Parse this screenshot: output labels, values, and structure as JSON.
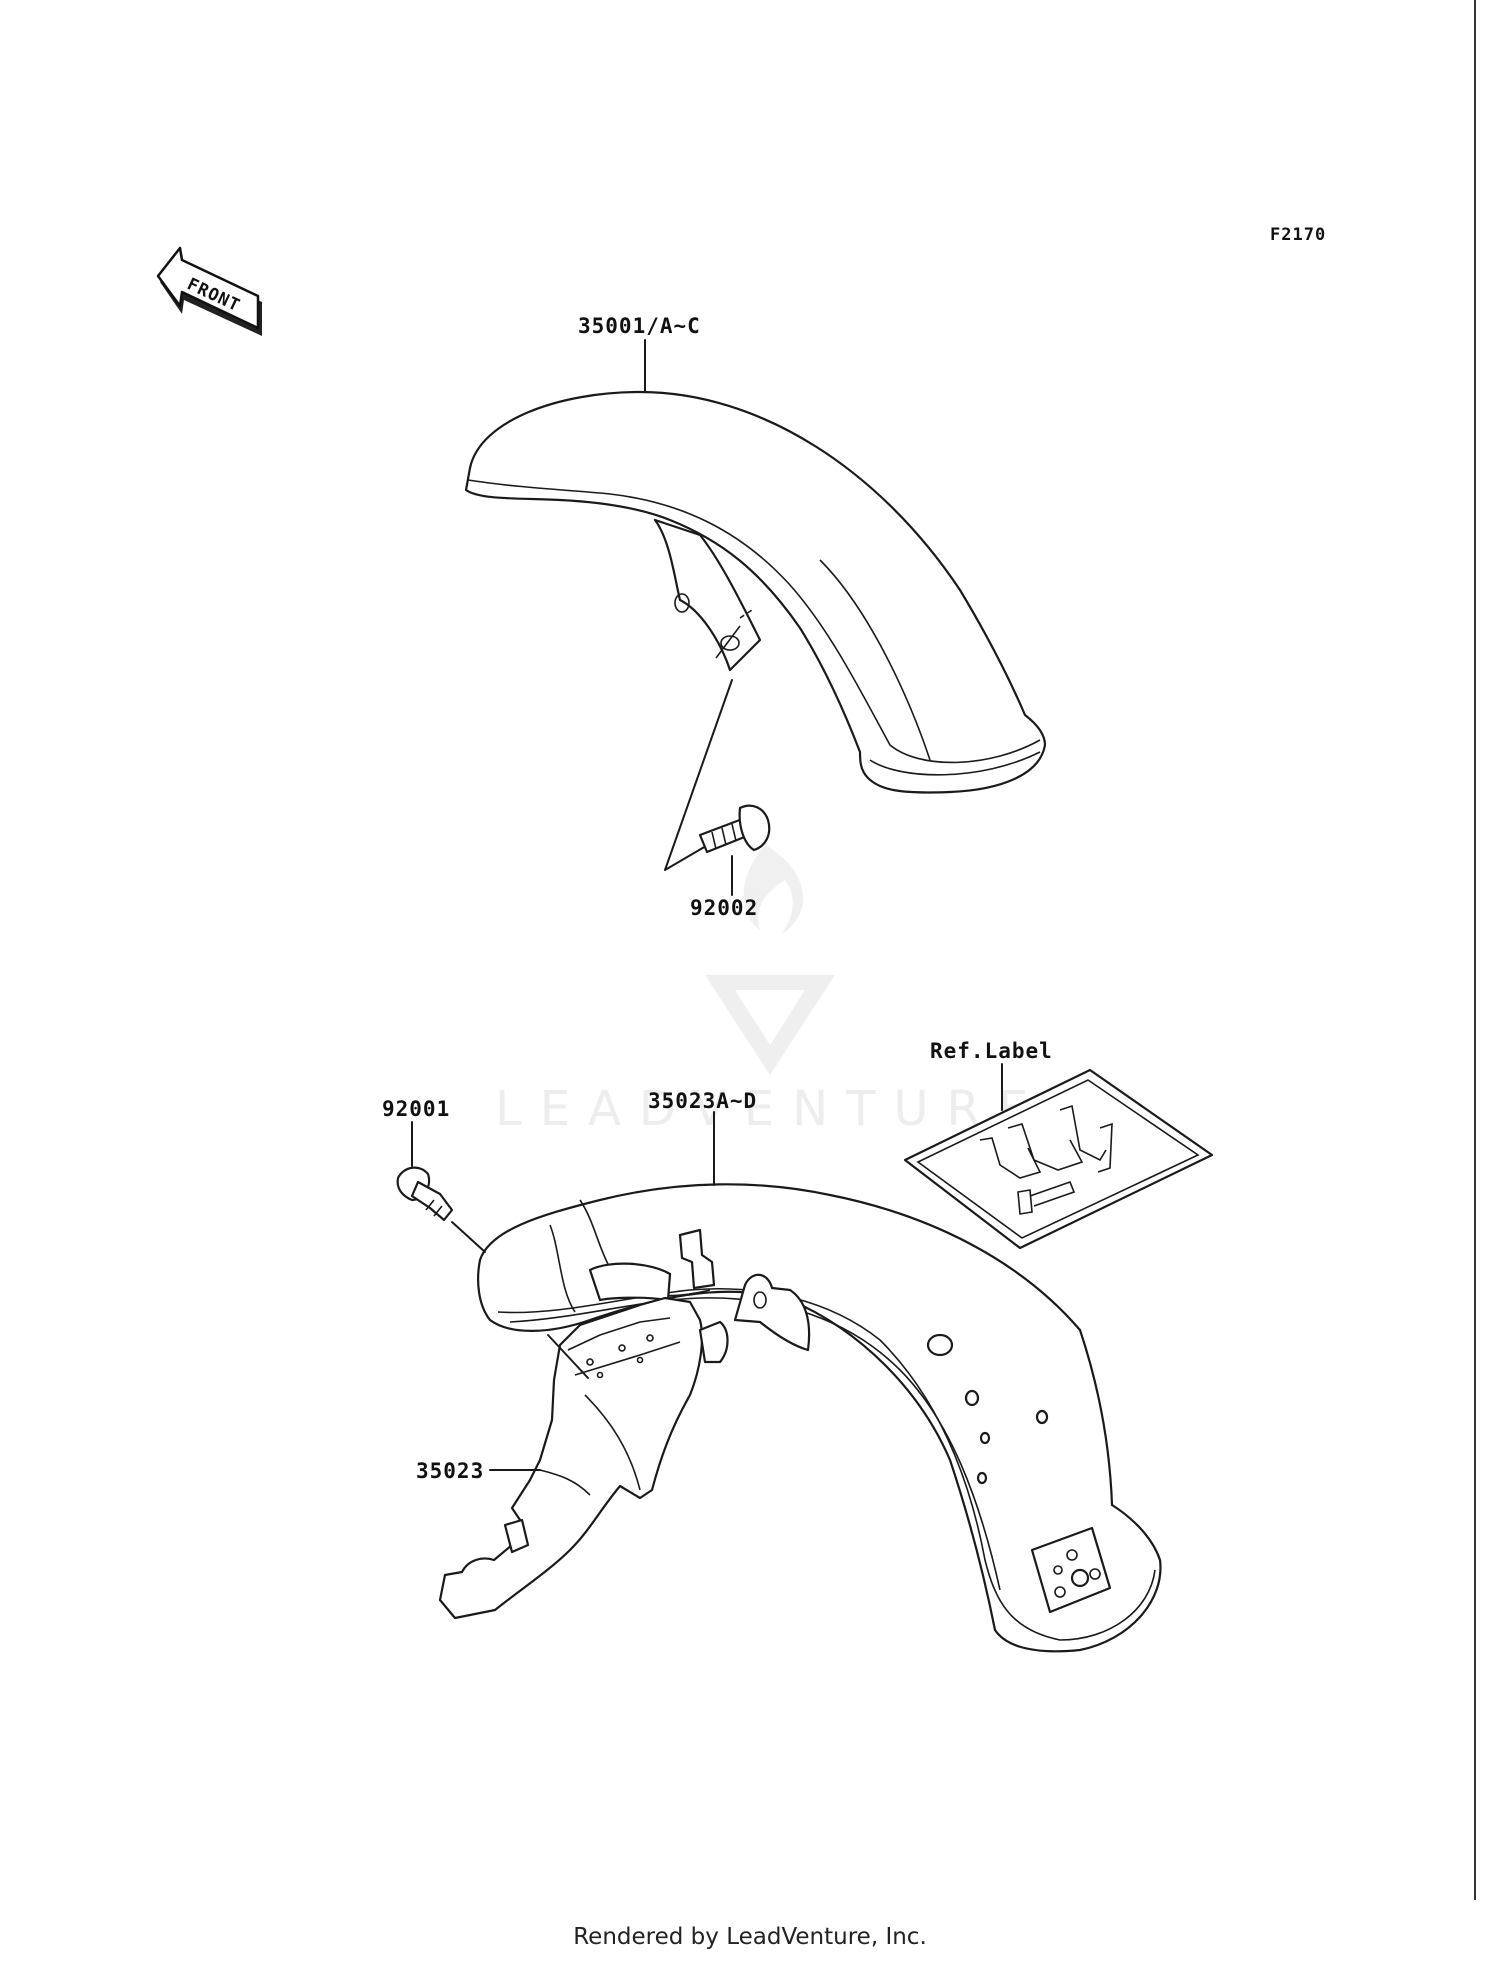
{
  "diagram": {
    "figure_code": "F2170",
    "direction_label": "FRONT",
    "callouts": [
      {
        "id": "front-fender",
        "label": "35001/A~C"
      },
      {
        "id": "front-bolt",
        "label": "92002"
      },
      {
        "id": "rear-bolt",
        "label": "92001"
      },
      {
        "id": "rear-fender",
        "label": "35023A~D"
      },
      {
        "id": "rear-inner-fender",
        "label": "35023"
      },
      {
        "id": "reference-label",
        "label": "Ref.Label"
      }
    ],
    "watermark": "LEADVENTURE"
  },
  "footer": {
    "rendered_by": "Rendered by LeadVenture, Inc."
  },
  "colors": {
    "line": "#1a1a1a",
    "background": "#ffffff",
    "watermark": "#ececec"
  }
}
